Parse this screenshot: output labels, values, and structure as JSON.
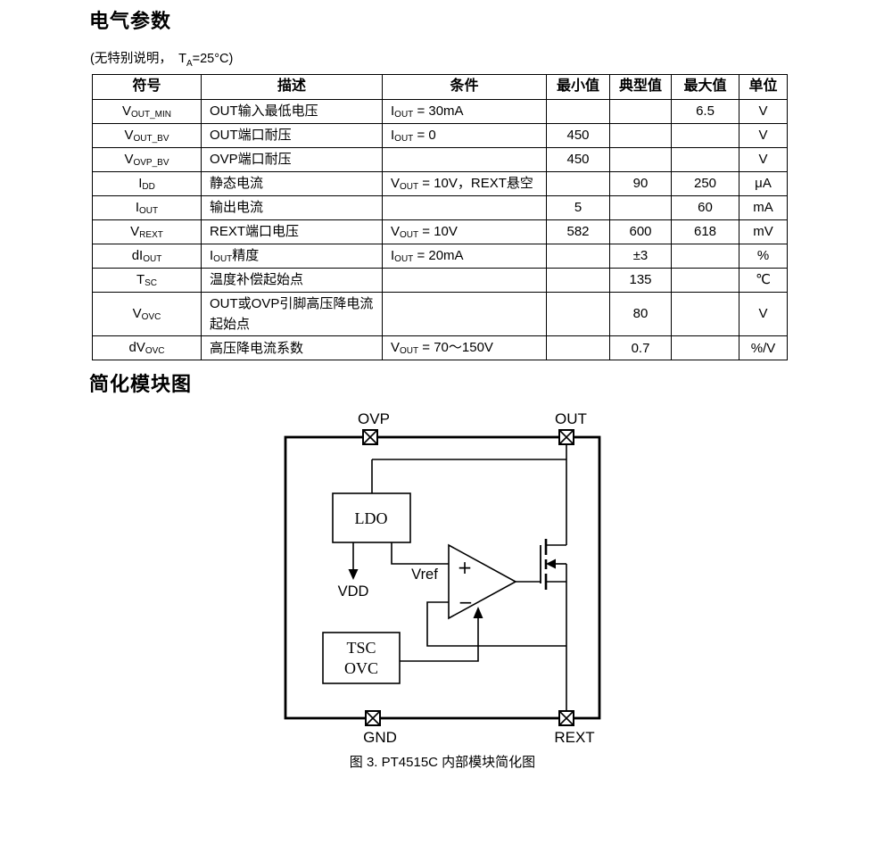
{
  "electrical": {
    "title": "电气参数",
    "note": {
      "pre": "(无特别说明，　",
      "t": "T",
      "sub": "A",
      "post": "=25°C)"
    },
    "table": {
      "columns": [
        "符号",
        "描述",
        "条件",
        "最小值",
        "典型值",
        "最大值",
        "单位"
      ],
      "rows": [
        {
          "sym": "V~OUT_MIN~",
          "desc": "OUT输入最低电压",
          "cond": "I~OUT~ = 30mA",
          "min": "",
          "typ": "",
          "max": "6.5",
          "unit": "V"
        },
        {
          "sym": "V~OUT_BV~",
          "desc": "OUT端口耐压",
          "cond": "I~OUT~ = 0",
          "min": "450",
          "typ": "",
          "max": "",
          "unit": "V"
        },
        {
          "sym": "V~OVP_BV~",
          "desc": "OVP端口耐压",
          "cond": "",
          "min": "450",
          "typ": "",
          "max": "",
          "unit": "V"
        },
        {
          "sym": "I~DD~",
          "desc": "静态电流",
          "cond": "V~OUT~ = 10V，REXT悬空",
          "min": "",
          "typ": "90",
          "max": "250",
          "unit": "μA"
        },
        {
          "sym": "I~OUT~",
          "desc": "输出电流",
          "cond": "",
          "min": "5",
          "typ": "",
          "max": "60",
          "unit": "mA"
        },
        {
          "sym": "V~REXT~",
          "desc": "REXT端口电压",
          "cond": "V~OUT~ = 10V",
          "min": "582",
          "typ": "600",
          "max": "618",
          "unit": "mV"
        },
        {
          "sym": "dI~OUT~",
          "desc": "I~OUT~精度",
          "cond": "I~OUT~ = 20mA",
          "min": "",
          "typ": "±3",
          "max": "",
          "unit": "%"
        },
        {
          "sym": "T~SC~",
          "desc": "温度补偿起始点",
          "cond": "",
          "min": "",
          "typ": "135",
          "max": "",
          "unit": "℃"
        },
        {
          "sym": "V~OVC~",
          "desc": "OUT或OVP引脚高压降电流起始点",
          "cond": "",
          "min": "",
          "typ": "80",
          "max": "",
          "unit": "V"
        },
        {
          "sym": "dV~OVC~",
          "desc": "高压降电流系数",
          "cond": "V~OUT~ = 70～150V",
          "min": "",
          "typ": "0.7",
          "max": "",
          "unit": "%/V"
        }
      ]
    }
  },
  "diagram": {
    "title": "简化模块图",
    "caption": "图 3. PT4515C 内部模块简化图",
    "pins": {
      "ovp": "OVP",
      "out": "OUT",
      "gnd": "GND",
      "rext": "REXT"
    },
    "blocks": {
      "ldo": "LDO",
      "tsc_line1": "TSC",
      "tsc_line2": "OVC"
    },
    "labels": {
      "vdd": "VDD",
      "vref": "Vref",
      "opamp_plus": "+",
      "opamp_minus": "−"
    }
  }
}
